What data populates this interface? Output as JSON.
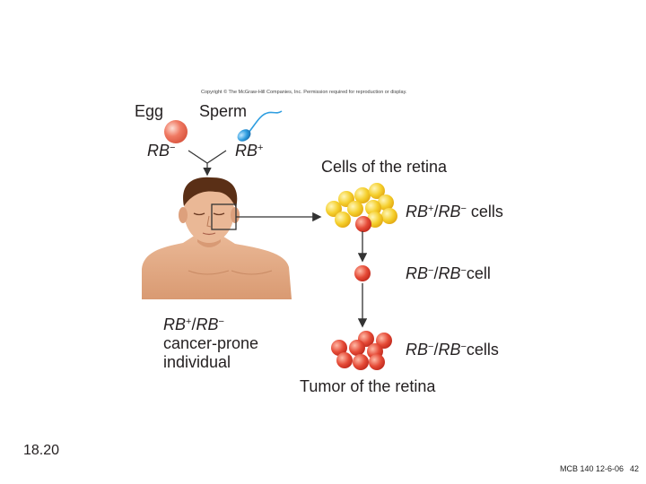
{
  "copyright": "Copyright © The McGraw-Hill Companies, Inc. Permission required for reproduction or display.",
  "egg": {
    "label": "Egg",
    "allele": "RB",
    "sign": "−"
  },
  "sperm": {
    "label": "Sperm",
    "allele": "RB",
    "sign": "+"
  },
  "retina_title": "Cells of the retina",
  "tumor_title": "Tumor of the retina",
  "individual": {
    "genotype": {
      "a": "RB",
      "a_sign": "+",
      "b": "RB",
      "b_sign": "−"
    },
    "line2": "cancer-prone",
    "line3": "individual"
  },
  "states": [
    {
      "a": "RB",
      "a_sign": "+",
      "b": "RB",
      "b_sign": "−",
      "suffix": " cells"
    },
    {
      "a": "RB",
      "a_sign": "−",
      "b": "RB",
      "b_sign": "−",
      "suffix": "cell"
    },
    {
      "a": "RB",
      "a_sign": "−",
      "b": "RB",
      "b_sign": "−",
      "suffix": "cells"
    }
  ],
  "figure_number": "18.20",
  "footer_course": "MCB 140 12-6-06",
  "page_number": "42",
  "colors": {
    "egg": "#f07a63",
    "sperm": "#2f9ee0",
    "healthy_cell": "#f5cf2c",
    "mutant_cell": "#e23a2c",
    "skin": "#e7b08f",
    "hair": "#5a2f16",
    "arrow": "#333333"
  }
}
